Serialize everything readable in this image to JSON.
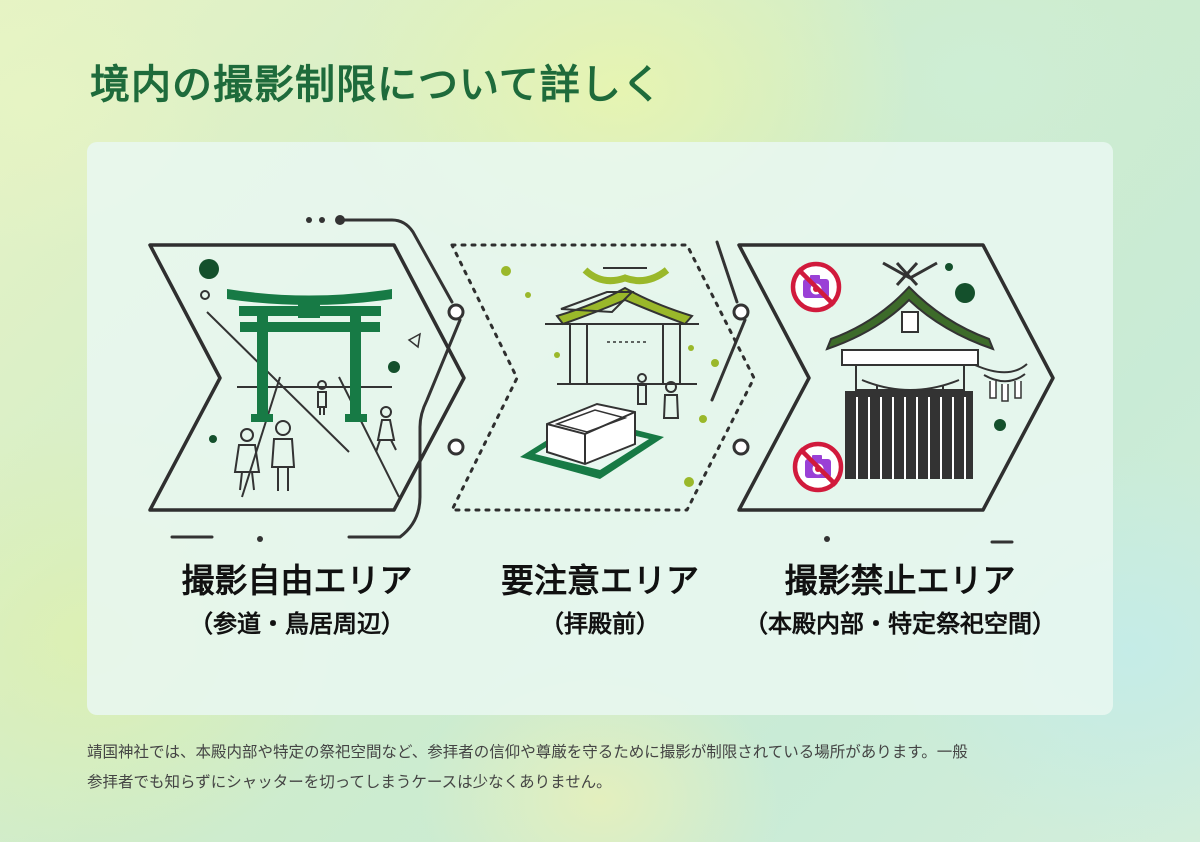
{
  "page": {
    "title": "境内の撮影制限について詳しく"
  },
  "zones": [
    {
      "title": "撮影自由エリア",
      "subtitle": "（参道・鳥居周辺）",
      "icon": "torii-gate-icon"
    },
    {
      "title": "要注意エリア",
      "subtitle": "（拝殿前）",
      "icon": "haiden-hall-icon"
    },
    {
      "title": "撮影禁止エリア",
      "subtitle": "（本殿内部・特定祭祀空間）",
      "icon": "honden-sanctuary-icon"
    }
  ],
  "description": {
    "line1": "靖国神社では、本殿内部や特定の祭祀空間など、参拝者の信仰や尊厳を守るために撮影が制限されている場所があります。一般",
    "line2": "参拝者でも知らずにシャッターを切ってしまうケースは少なくありません。"
  },
  "colors": {
    "title_green": "#1e6b3b",
    "torii_green": "#177a45",
    "roof_green": "#9ab82a",
    "honden_green": "#3d6b2a",
    "no_camera_red": "#d11a3c",
    "camera_purple": "#9a40d6"
  }
}
